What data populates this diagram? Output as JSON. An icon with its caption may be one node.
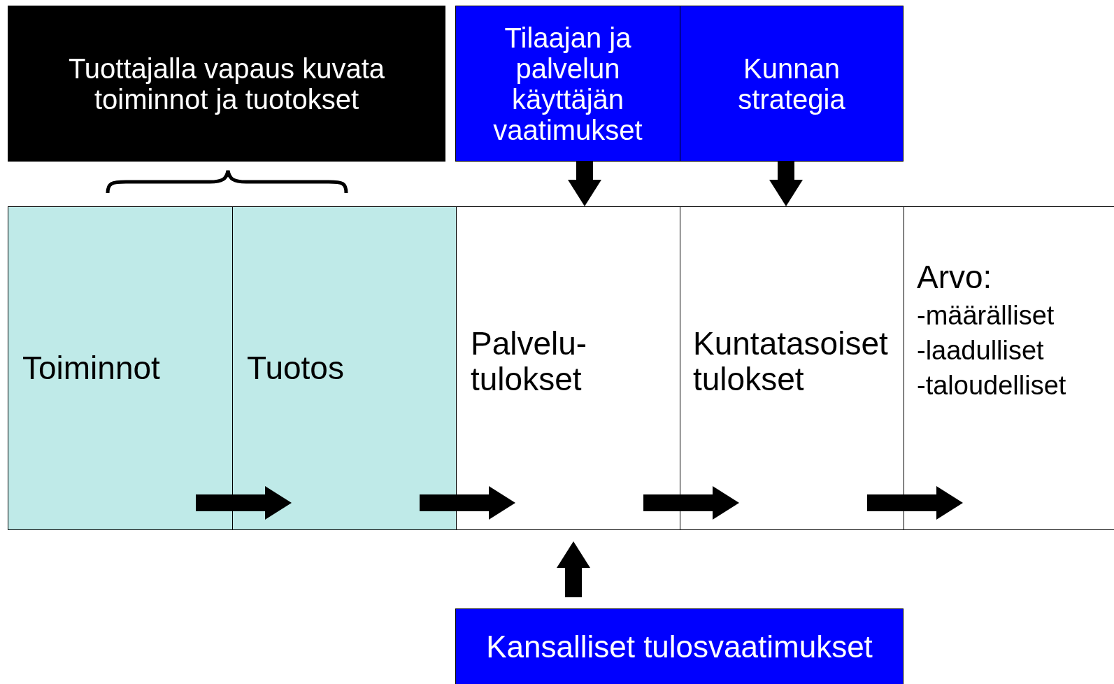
{
  "diagram": {
    "nodes": [
      {
        "text": [
          "Tuottajalla vapaus kuvata toiminnot ja tuotokset"
        ]
      },
      {
        "text": [
          "Tilaajan ja palvelun käyttäjän vaatimukset"
        ]
      },
      {
        "text": [
          "Kunnan strategia"
        ]
      },
      {
        "text": [
          "Toiminnot"
        ]
      },
      {
        "text": [
          "Tuotos"
        ]
      },
      {
        "text": [
          "Palvelu- tulokset"
        ]
      },
      {
        "text": [
          "Kuntatasoiset tulokset"
        ]
      },
      {
        "text": [
          "Arvo:",
          "-määrälliset",
          "-laadulliset",
          "-taloudelliset"
        ]
      },
      {
        "text": [
          "Kansalliset tulosvaatimukset"
        ]
      }
    ],
    "edges": [
      {
        "from": 3,
        "to": 4,
        "arrow": "to"
      },
      {
        "from": 4,
        "to": 5,
        "arrow": "to"
      },
      {
        "from": 5,
        "to": 6,
        "arrow": "to"
      },
      {
        "from": 6,
        "to": 7,
        "arrow": "to"
      },
      {
        "from": 1,
        "to": 5,
        "arrow": "to"
      },
      {
        "from": 2,
        "to": 6,
        "arrow": "to"
      },
      {
        "from": 8,
        "to": 5,
        "arrow": "to"
      }
    ]
  }
}
